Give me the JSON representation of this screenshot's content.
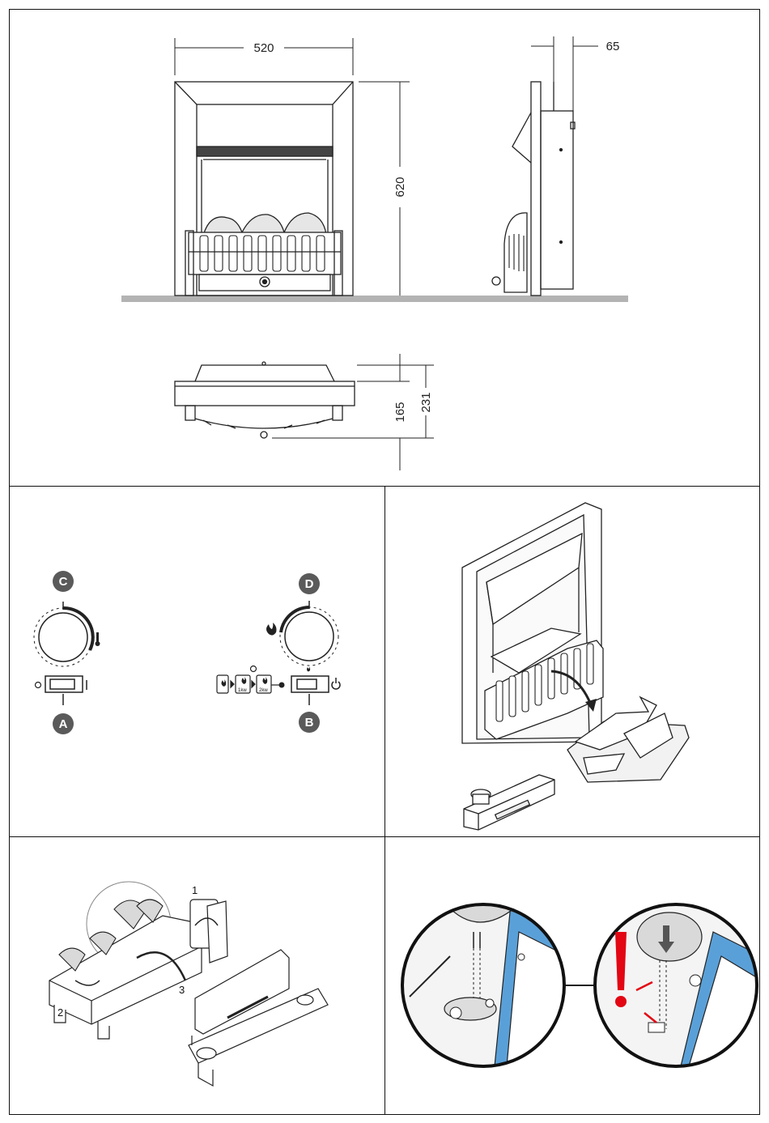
{
  "dimensions": {
    "width": "520",
    "height": "620",
    "depth_side": "65",
    "depth_top_inner": "165",
    "depth_top_outer": "231"
  },
  "controls": {
    "knob_c": "C",
    "knob_d": "D",
    "switch_a": "A",
    "switch_b": "B",
    "heat_level_1": "1kw",
    "heat_level_2": "2kw"
  },
  "lamp_steps": {
    "step1": "1",
    "step2": "2",
    "step3": "3"
  },
  "colors": {
    "floor": "#b3b3b3",
    "badge": "#5a5a5a",
    "warning": "#e30613",
    "tray_blue": "#5aa0d8",
    "bulb_shade": "#d9d9d9"
  }
}
